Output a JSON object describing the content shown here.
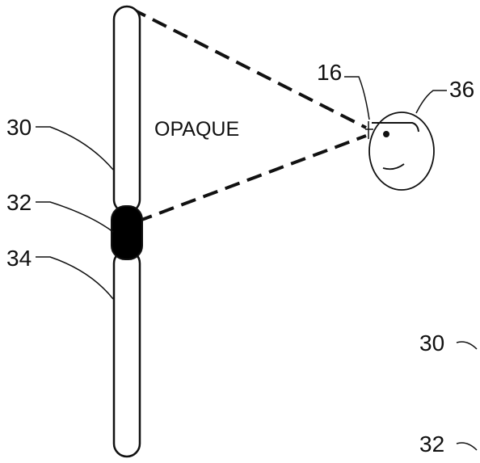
{
  "figure": {
    "annotation_text": "OPAQUE",
    "reference_numerals": {
      "upper_segment": "30",
      "middle_segment": "32",
      "lower_segment": "34",
      "eye_point": "16",
      "viewer_head": "36",
      "partial_label_a": "30",
      "partial_label_b": "32"
    },
    "colors": {
      "line": "#111111",
      "opaque_segment_fill": "#000000",
      "background": "#ffffff"
    }
  }
}
